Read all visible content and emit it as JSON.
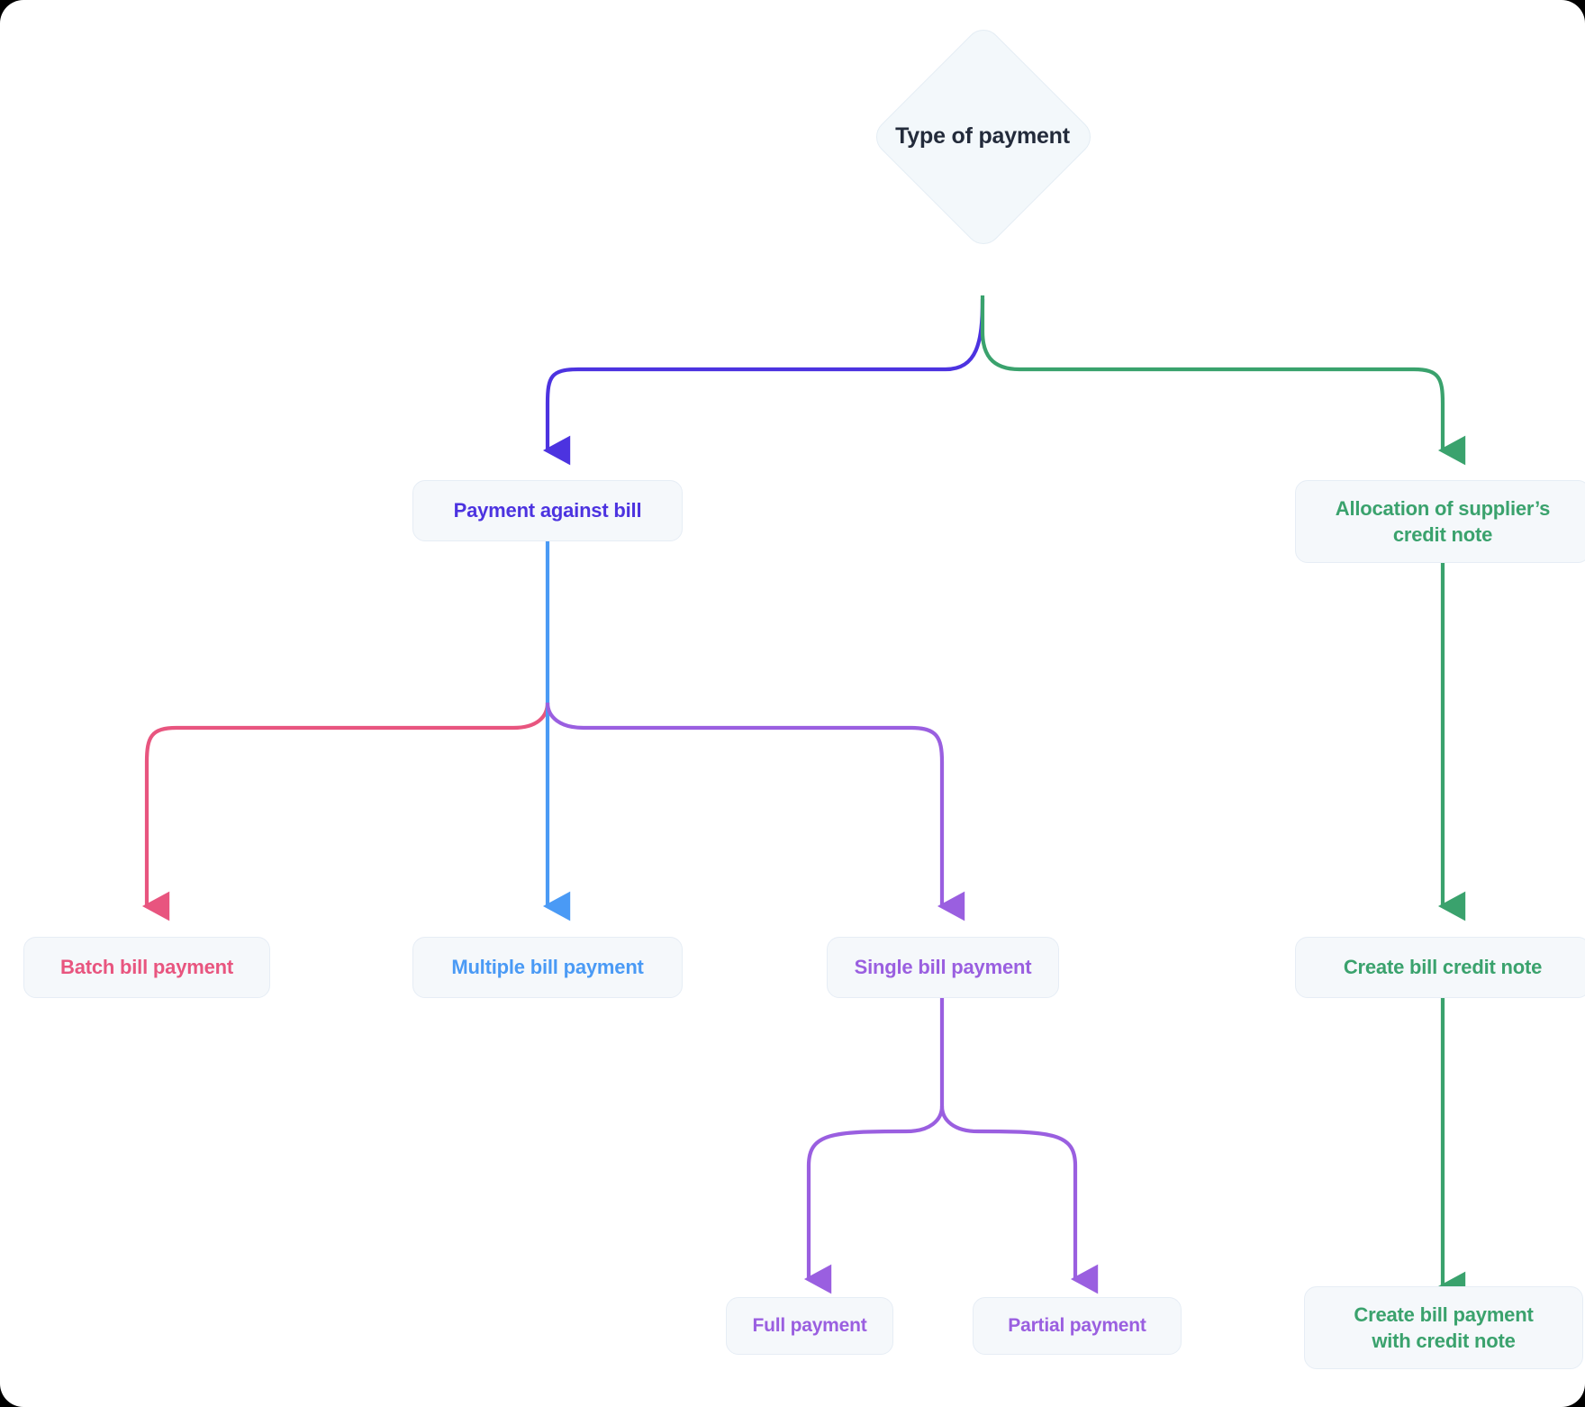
{
  "diagram": {
    "title": "Type of payment",
    "type": "flowchart",
    "background": "#ffffff",
    "node_fill": "#f5f8fb",
    "node_border": "#e6edf5",
    "root": {
      "id": "type-of-payment",
      "label": "Type of payment",
      "shape": "diamond",
      "text_color": "#232b3b"
    },
    "nodes": [
      {
        "id": "payment-against-bill",
        "label": "Payment against bill",
        "shape": "rounded-rect",
        "text_color": "#4c33e0",
        "level": 2
      },
      {
        "id": "allocation-of-suppliers-credit-note",
        "label": "Allocation of supplier’s credit note",
        "line1": "Allocation of supplier’s",
        "line2": "credit note",
        "shape": "rounded-rect",
        "text_color": "#3aa26d",
        "level": 2
      },
      {
        "id": "batch-bill-payment",
        "label": "Batch bill payment",
        "shape": "rounded-rect",
        "text_color": "#e8557f",
        "level": 3
      },
      {
        "id": "multiple-bill-payment",
        "label": "Multiple bill payment",
        "shape": "rounded-rect",
        "text_color": "#4a9af5",
        "level": 3
      },
      {
        "id": "single-bill-payment",
        "label": "Single bill payment",
        "shape": "rounded-rect",
        "text_color": "#9a5fe0",
        "level": 3
      },
      {
        "id": "create-bill-credit-note",
        "label": "Create bill credit note",
        "shape": "rounded-rect",
        "text_color": "#3aa26d",
        "level": 3
      },
      {
        "id": "full-payment",
        "label": "Full payment",
        "shape": "rounded-rect",
        "text_color": "#9a5fe0",
        "level": 4
      },
      {
        "id": "partial-payment",
        "label": "Partial payment",
        "shape": "rounded-rect",
        "text_color": "#9a5fe0",
        "level": 4
      },
      {
        "id": "create-bill-payment-with-credit-note",
        "label": "Create bill payment with credit note",
        "line1": "Create bill payment",
        "line2": "with credit note",
        "shape": "rounded-rect",
        "text_color": "#3aa26d",
        "level": 4
      }
    ],
    "edges": [
      {
        "id": "edge-root-to-payment-against-bill",
        "from": "type-of-payment",
        "to": "payment-against-bill",
        "color": "#4c33e0"
      },
      {
        "id": "edge-root-to-allocation",
        "from": "type-of-payment",
        "to": "allocation-of-suppliers-credit-note",
        "color": "#3aa26d"
      },
      {
        "id": "edge-pab-to-batch",
        "from": "payment-against-bill",
        "to": "batch-bill-payment",
        "color": "#e8557f"
      },
      {
        "id": "edge-pab-to-multiple",
        "from": "payment-against-bill",
        "to": "multiple-bill-payment",
        "color": "#4a9af5"
      },
      {
        "id": "edge-pab-to-single",
        "from": "payment-against-bill",
        "to": "single-bill-payment",
        "color": "#9a5fe0"
      },
      {
        "id": "edge-allocation-to-credit-note",
        "from": "allocation-of-suppliers-credit-note",
        "to": "create-bill-credit-note",
        "color": "#3aa26d"
      },
      {
        "id": "edge-single-to-full",
        "from": "single-bill-payment",
        "to": "full-payment",
        "color": "#9a5fe0"
      },
      {
        "id": "edge-single-to-partial",
        "from": "single-bill-payment",
        "to": "partial-payment",
        "color": "#9a5fe0"
      },
      {
        "id": "edge-credit-note-to-bill-payment",
        "from": "create-bill-credit-note",
        "to": "create-bill-payment-with-credit-note",
        "color": "#3aa26d"
      }
    ],
    "palette": {
      "indigo": "#4c33e0",
      "green": "#3aa26d",
      "pink": "#e8557f",
      "blue": "#4a9af5",
      "violet": "#9a5fe0",
      "navy": "#232b3b"
    }
  }
}
